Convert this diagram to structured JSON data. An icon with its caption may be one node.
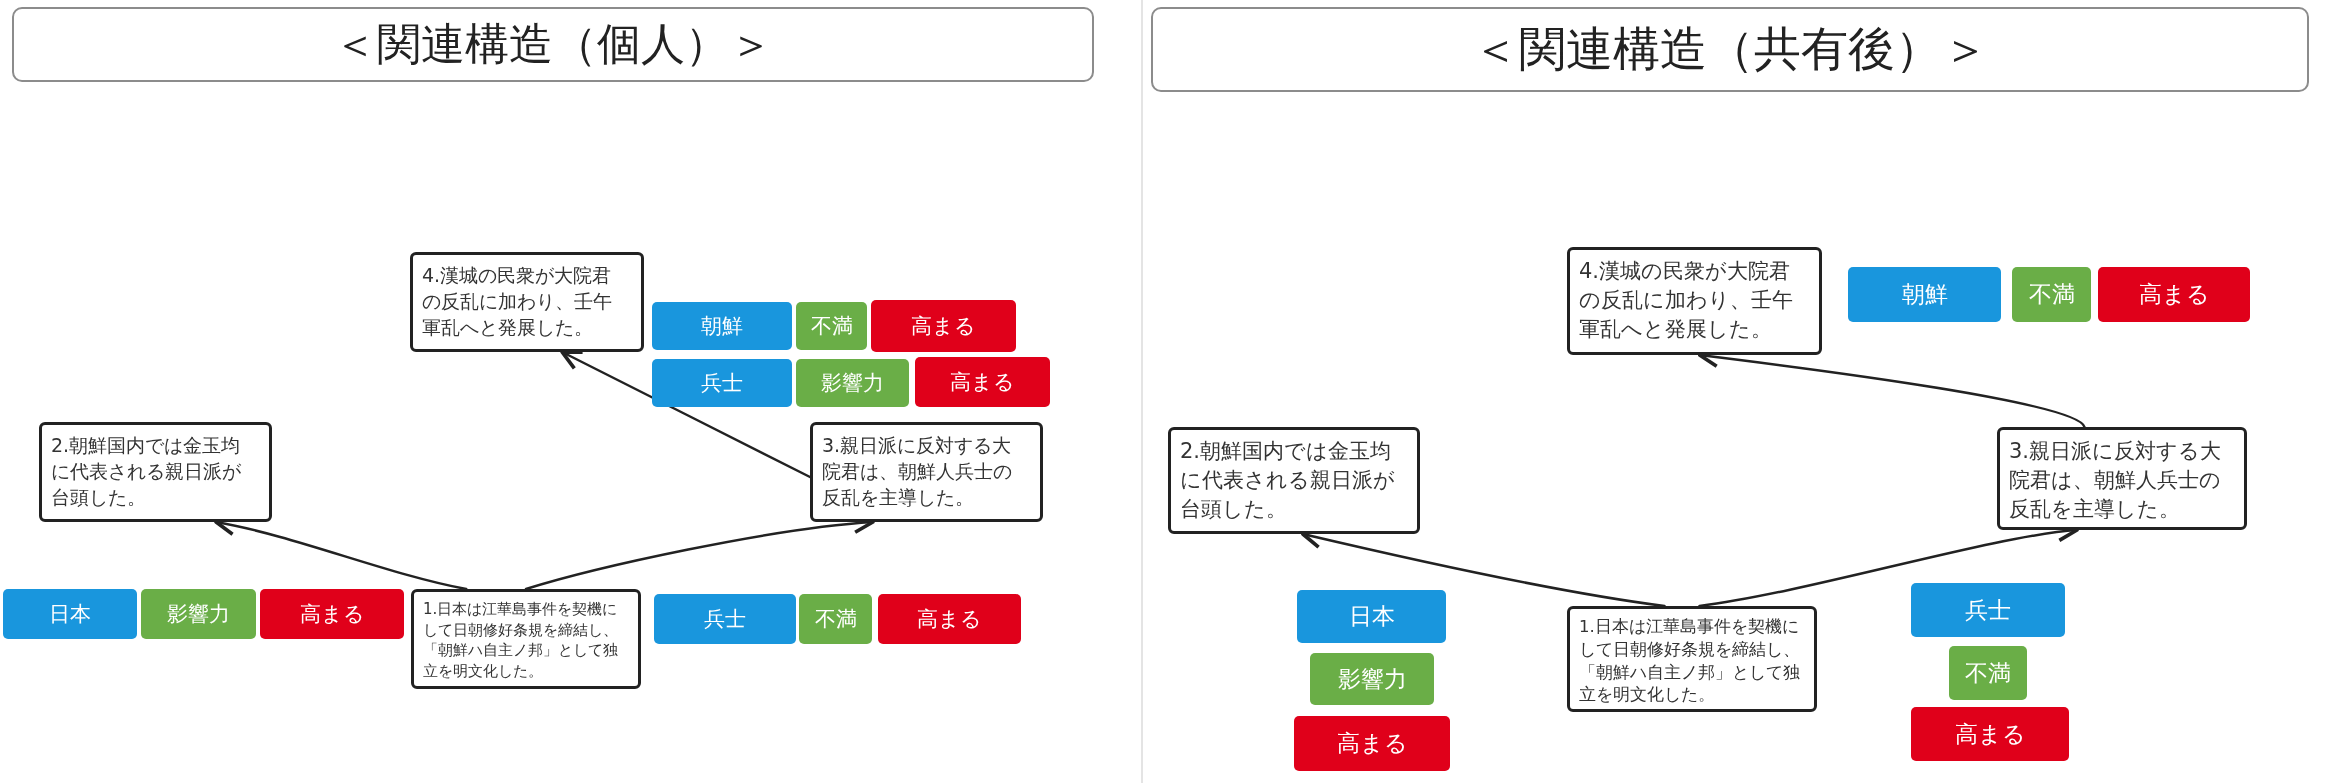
{
  "diagram": {
    "nodes": [
      {
        "text": [
          "＜関連構造（個人）＞"
        ]
      },
      {
        "text": [
          "4.漢城の民衆が大院君の反乱に加わり、壬午軍乱へと発展した。"
        ]
      },
      {
        "text": [
          "朝鮮"
        ]
      },
      {
        "text": [
          "不満"
        ]
      },
      {
        "text": [
          "高まる"
        ]
      },
      {
        "text": [
          "兵士"
        ]
      },
      {
        "text": [
          "影響力"
        ]
      },
      {
        "text": [
          "高まる"
        ]
      },
      {
        "text": [
          "2.朝鮮国内では金玉均に代表される親日派が台頭した。"
        ]
      },
      {
        "text": [
          "3.親日派に反対する大院君は、朝鮮人兵士の反乱を主導した。"
        ]
      },
      {
        "text": [
          "日本"
        ]
      },
      {
        "text": [
          "影響力"
        ]
      },
      {
        "text": [
          "高まる"
        ]
      },
      {
        "text": [
          "1.日本は江華島事件を契機にして日朝修好条規を締結し、「朝鮮ハ自主ノ邦」として独立を明文化した。"
        ]
      },
      {
        "text": [
          "兵士"
        ]
      },
      {
        "text": [
          "不満"
        ]
      },
      {
        "text": [
          "高まる"
        ]
      },
      {
        "text": [
          "＜関連構造（共有後）＞"
        ]
      },
      {
        "text": [
          "4.漢城の民衆が大院君の反乱に加わり、壬午軍乱へと発展した。"
        ]
      },
      {
        "text": [
          "朝鮮"
        ]
      },
      {
        "text": [
          "不満"
        ]
      },
      {
        "text": [
          "高まる"
        ]
      },
      {
        "text": [
          "2.朝鮮国内では金玉均に代表される親日派が台頭した。"
        ]
      },
      {
        "text": [
          "3.親日派に反対する大院君は、朝鮮人兵士の反乱を主導した。"
        ]
      },
      {
        "text": [
          "日本"
        ]
      },
      {
        "text": [
          "1.日本は江華島事件を契機にして日朝修好条規を締結し、「朝鮮ハ自主ノ邦」として独立を明文化した。"
        ]
      },
      {
        "text": [
          "兵士"
        ]
      },
      {
        "text": [
          "影響力"
        ]
      },
      {
        "text": [
          "不満"
        ]
      },
      {
        "text": [
          "高まる"
        ]
      },
      {
        "text": [
          "高まる"
        ]
      }
    ],
    "edges": [
      {
        "from": 13,
        "to": 8,
        "arrow": "to"
      },
      {
        "from": 13,
        "to": 9,
        "arrow": "to"
      },
      {
        "from": 9,
        "to": 1,
        "arrow": "to"
      },
      {
        "from": 25,
        "to": 22,
        "arrow": "to"
      },
      {
        "from": 25,
        "to": 23,
        "arrow": "to"
      },
      {
        "from": 23,
        "to": 18,
        "arrow": "to"
      }
    ]
  }
}
